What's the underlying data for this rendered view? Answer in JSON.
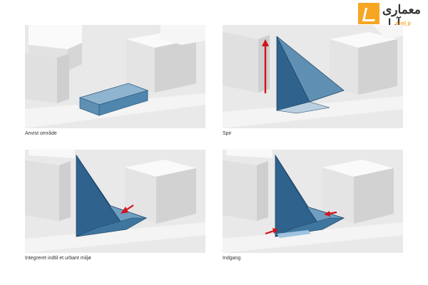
{
  "logo": {
    "text": "معماری آرل",
    "subtext": "arel.ir"
  },
  "panels": [
    {
      "caption": "Anvist område"
    },
    {
      "caption": "Spir"
    },
    {
      "caption": "Integreret indtil et urbant miljø"
    },
    {
      "caption": "Indgang"
    }
  ],
  "colors": {
    "background": "#ffffff",
    "ground": "#e9e9e9",
    "building_top": "#fafafa",
    "building_side": "#d8d8d8",
    "glass": "#4f86ad",
    "glass_dark": "#2e5e86",
    "arrow": "#d0141b",
    "logo_accent": "#f6a623"
  },
  "icons": [
    "red-arrow-icon",
    "logo-icon"
  ]
}
